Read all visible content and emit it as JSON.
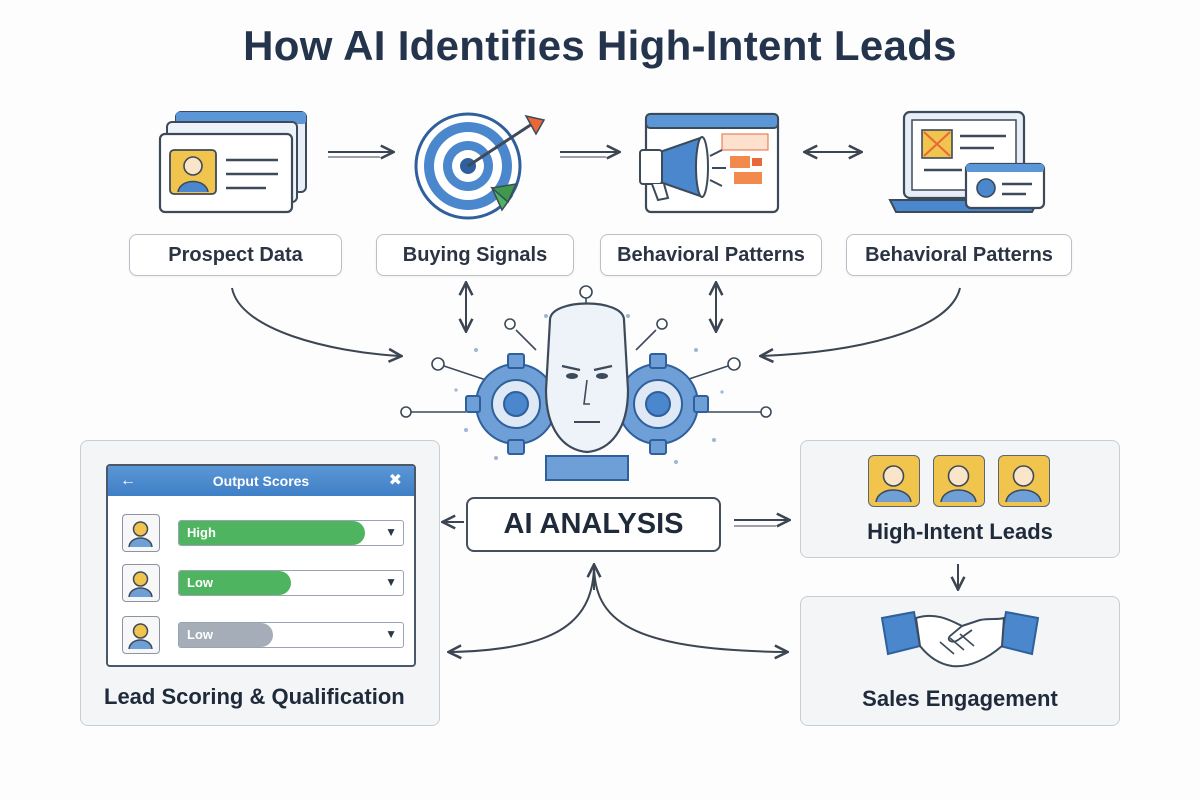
{
  "title": "How AI Identifies High-Intent Leads",
  "inputs": [
    {
      "label": "Prospect Data",
      "icon": "prospect-cards-icon"
    },
    {
      "label": "Buying Signals",
      "icon": "target-icon"
    },
    {
      "label": "Behavioral Patterns",
      "icon": "megaphone-browser-icon"
    },
    {
      "label": "Behavioral Patterns",
      "icon": "laptop-icon"
    }
  ],
  "center": {
    "label": "AI ANALYSIS",
    "icon": "ai-head-gears-icon"
  },
  "output_scores": {
    "header": "Output Scores",
    "rows": [
      {
        "label": "High",
        "fill": 0.83,
        "color": "#4fb45f"
      },
      {
        "label": "Low",
        "fill": 0.5,
        "color": "#4fb45f"
      },
      {
        "label": "Low",
        "fill": 0.42,
        "color": "#a5adb8"
      }
    ]
  },
  "lead_scoring": {
    "title": "Lead Scoring & Qualification"
  },
  "high_intent": {
    "title": "High-Intent Leads"
  },
  "sales": {
    "title": "Sales Engagement",
    "icon": "handshake-icon"
  },
  "colors": {
    "accent_blue": "#3f7fc6",
    "dark_navy": "#24344d",
    "green": "#4fb45f",
    "avatar_yellow": "#f1c44e"
  }
}
